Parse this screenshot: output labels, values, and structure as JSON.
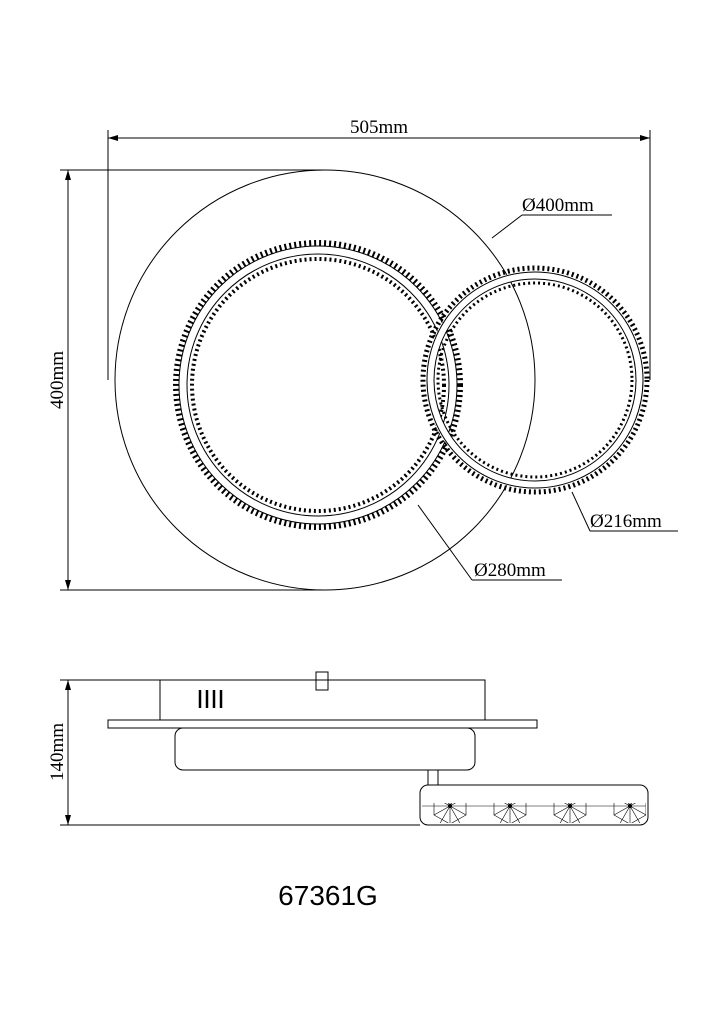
{
  "top_view": {
    "width_label": "505mm",
    "height_label": "400mm",
    "disc_diameter_label": "Ø400mm",
    "small_ring_diameter_label": "Ø216mm",
    "large_ring_diameter_label": "Ø280mm"
  },
  "side_view": {
    "height_label": "140mm"
  },
  "model_number": "67361G"
}
